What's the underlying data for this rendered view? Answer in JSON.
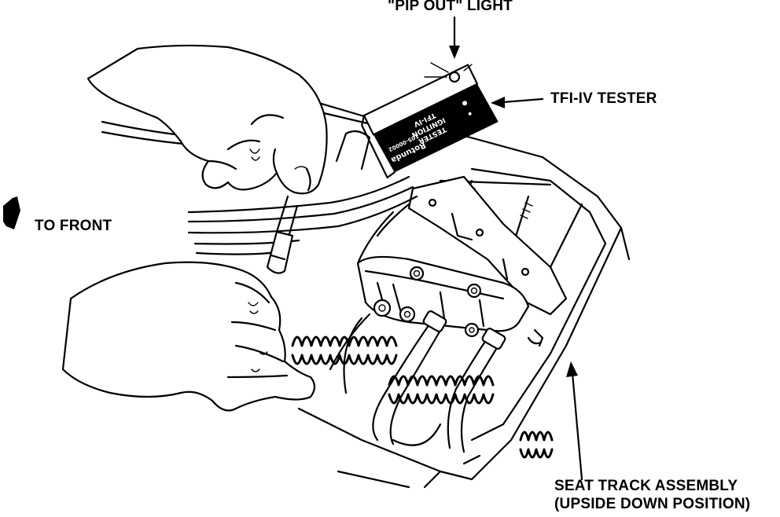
{
  "labels": {
    "pip_out_light": "\"PIP OUT\" LIGHT",
    "tfi_tester": "TFI-IV TESTER",
    "to_front": "TO FRONT",
    "seat_track_line1": "SEAT TRACK ASSEMBLY",
    "seat_track_line2": "(UPSIDE DOWN POSITION)"
  },
  "tester_face": {
    "line1": "TFI-IV",
    "line2": "IGNITION",
    "line3": "TESTER",
    "brand": "Rotunda",
    "part_number": "105-00002"
  },
  "icons": {
    "front_arrow": "solid-pointer-arrow-icon"
  }
}
